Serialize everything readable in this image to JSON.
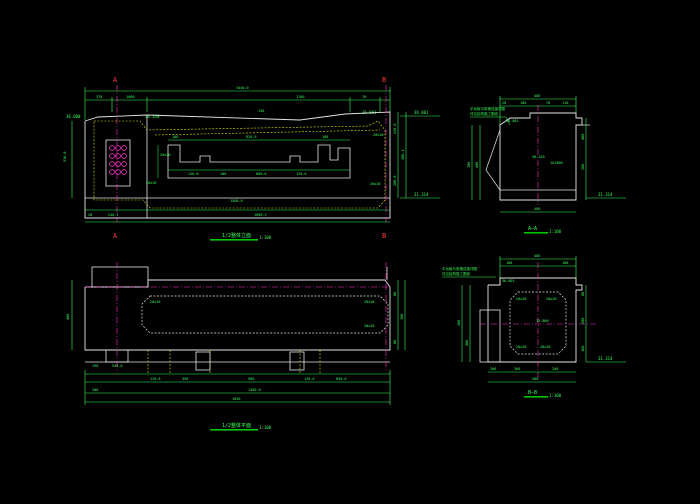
{
  "colors": {
    "background": "#000000",
    "outline": "#e6e6e6",
    "dimension": "#39ff5a",
    "hidden": "#e6e600",
    "centerline": "#ff33cc",
    "section_mark": "#ff3b3b",
    "title_bar": "#00c800"
  },
  "section_marks": {
    "a": "A",
    "b": "B"
  },
  "elevation": {
    "title": "1/2整体立面",
    "scale": "1:100",
    "top_dim": "3440.0",
    "sub_dims": [
      "370",
      "1060",
      "140",
      "1700",
      "70"
    ],
    "level_left": "36.000",
    "level_mid": "36.320",
    "level_right_inner": "36.801",
    "level_right_outer": "36.801",
    "level_bottom": "31.314",
    "bottom_dims": [
      "20",
      "240.1",
      "1600.2"
    ],
    "bottom_total": "1500.0",
    "left_height": "530.0",
    "right_heights": [
      "520.0",
      "300.1",
      "200.8"
    ],
    "notches": [
      "100",
      "620.9",
      "100"
    ],
    "inner_dims": [
      "120.0",
      "100",
      "600.0",
      "120.0"
    ],
    "tags": [
      "20x20",
      "20x20",
      "20x20",
      "20x20"
    ]
  },
  "plan": {
    "title": "1/2整体平面",
    "scale": "1:100",
    "left_dim": "400",
    "right_dims": [
      "80",
      "160",
      "80"
    ],
    "tags": [
      "20x20",
      "20x20",
      "20x20"
    ],
    "lower_dims": [
      "190",
      "550.0",
      "120.8",
      "390",
      "500",
      "120.0",
      "850.0"
    ],
    "bottom_dims": [
      "200",
      "1500.0"
    ],
    "total": "1650"
  },
  "section_a": {
    "title": "A—A",
    "scale": "1:100",
    "note_line1": "平台板与前墙连接详图",
    "note_line2": "详见结构施工图纸",
    "top_dims": [
      "100",
      "400"
    ],
    "sub_dims": [
      "20",
      "70",
      "110"
    ],
    "levels": [
      "36.801",
      "36.320",
      "31.314"
    ],
    "right_dims": [
      "400",
      "200"
    ],
    "left_dims": [
      "100",
      "480"
    ],
    "bottom_dim": "400",
    "inner": "1A/800"
  },
  "section_b": {
    "title": "B—B",
    "scale": "1:100",
    "note_line1": "平台板与前墙连接详图",
    "note_line2": "详见结构施工图纸",
    "top_dims": [
      "100",
      "480",
      "100"
    ],
    "levels": [
      "36.801",
      "33.800",
      "31.314"
    ],
    "left_dims": [
      "300",
      "400"
    ],
    "right_dims": [
      "80",
      "200",
      "160"
    ],
    "tags": [
      "20x20",
      "20x20",
      "20x20",
      "20x20"
    ],
    "bottom_dims": [
      "200",
      "300",
      "200",
      "400"
    ]
  }
}
